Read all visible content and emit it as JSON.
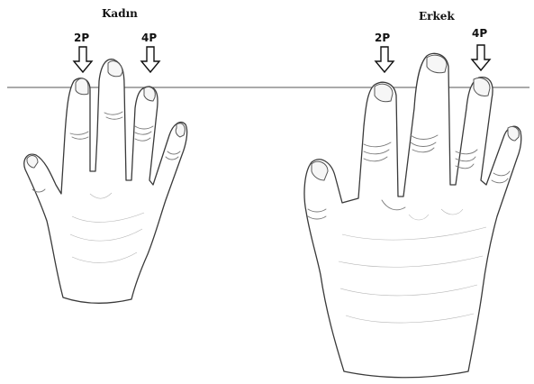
{
  "labels": {
    "female": "Kadın",
    "male": "Erkek",
    "finger_2": "2P",
    "finger_4": "4P"
  },
  "icons": {
    "female_hand": "hand-icon",
    "male_hand": "hand-icon",
    "arrow": "arrow-down-icon"
  }
}
